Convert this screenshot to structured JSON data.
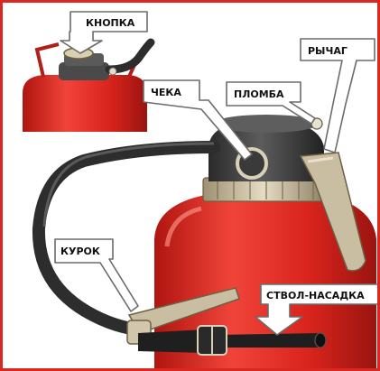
{
  "labels": {
    "knopka": "КНОПКА",
    "cheka": "ЧЕКА",
    "plomba": "ПЛОМБА",
    "rychag": "РЫЧАГ",
    "kurok": "КУРОК",
    "stvol": "СТВОЛ-НАСАДКА"
  },
  "colors": {
    "frame": "#d8281f",
    "body_red": "#e02a22",
    "head_dark": "#3a3a3a",
    "hose": "#2d2d2d",
    "pointer_fill": "#ffffff",
    "pointer_stroke": "#6b6b6b",
    "lever": "#c9bda2"
  }
}
